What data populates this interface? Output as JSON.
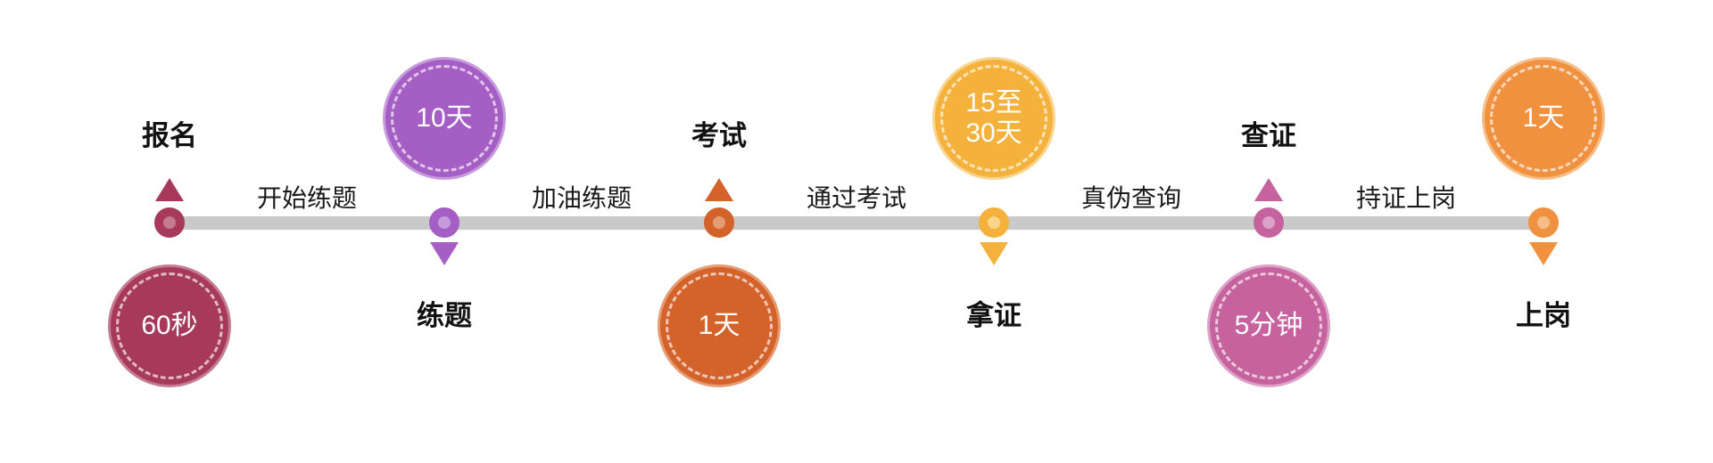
{
  "timeline": {
    "bar_color": "#c9c9c9",
    "nodes": [
      {
        "label": "报名",
        "duration": "60秒",
        "label_side": "top",
        "color": "#a73a5c"
      },
      {
        "label": "练题",
        "duration": "10天",
        "label_side": "bottom",
        "color": "#a55ec3"
      },
      {
        "label": "考试",
        "duration": "1天",
        "label_side": "top",
        "color": "#d4622b"
      },
      {
        "label": "拿证",
        "duration": "15至\n30天",
        "label_side": "bottom",
        "color": "#f4b23d"
      },
      {
        "label": "查证",
        "duration": "5分钟",
        "label_side": "top",
        "color": "#c6639f"
      },
      {
        "label": "上岗",
        "duration": "1天",
        "label_side": "bottom",
        "color": "#f0913f"
      }
    ],
    "segments": [
      {
        "label": "开始练题"
      },
      {
        "label": "加油练题"
      },
      {
        "label": "通过考试"
      },
      {
        "label": "真伪查询"
      },
      {
        "label": "持证上岗"
      }
    ]
  }
}
